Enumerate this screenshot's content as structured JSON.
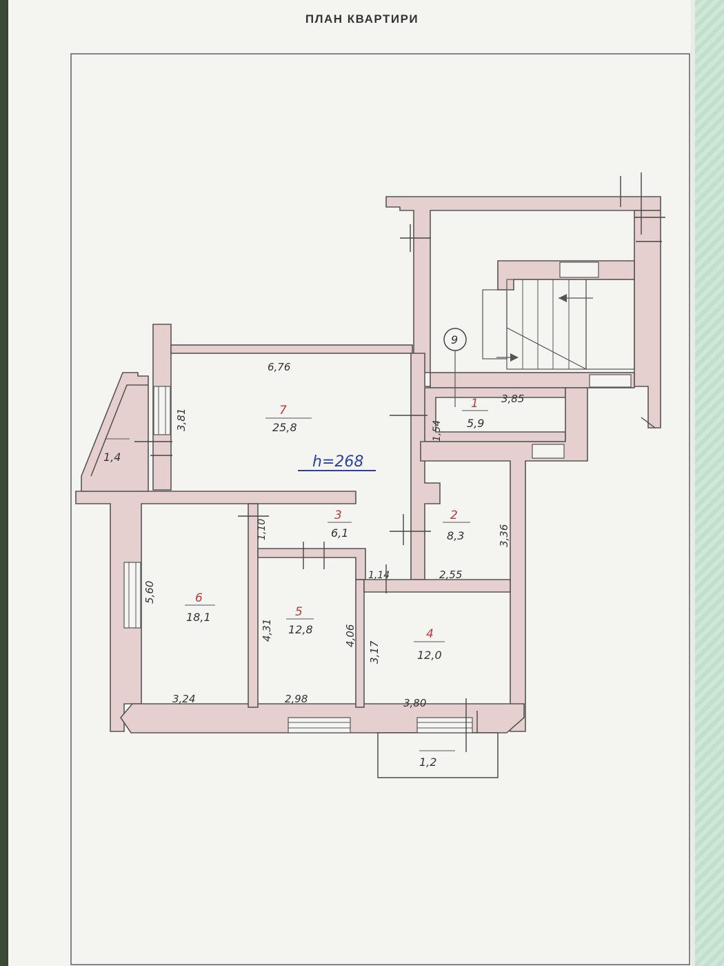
{
  "title": "ПЛАН КВАРТИРИ",
  "height_note": "h=268",
  "rooms": [
    {
      "id": "1",
      "area": "5,9"
    },
    {
      "id": "2",
      "area": "8,3"
    },
    {
      "id": "3",
      "area": "6,1"
    },
    {
      "id": "4",
      "area": "12,0"
    },
    {
      "id": "5",
      "area": "12,8"
    },
    {
      "id": "6",
      "area": "18,1"
    },
    {
      "id": "7",
      "area": "25,8"
    },
    {
      "id": "",
      "area": "1,4"
    },
    {
      "id": "",
      "area": "1,2"
    }
  ],
  "stair_marker": "9",
  "dimensions": [
    "6,76",
    "3,81",
    "3,85",
    "1,54",
    "3,36",
    "2,55",
    "1,14",
    "1,10",
    "5,60",
    "4,31",
    "4,06",
    "3,17",
    "3,24",
    "2,98",
    "3,80"
  ],
  "colors": {
    "wall_fill": "#e6cfcf",
    "room_number": "#c23a3a",
    "height_note": "#2b3fa8",
    "line": "#555555"
  }
}
